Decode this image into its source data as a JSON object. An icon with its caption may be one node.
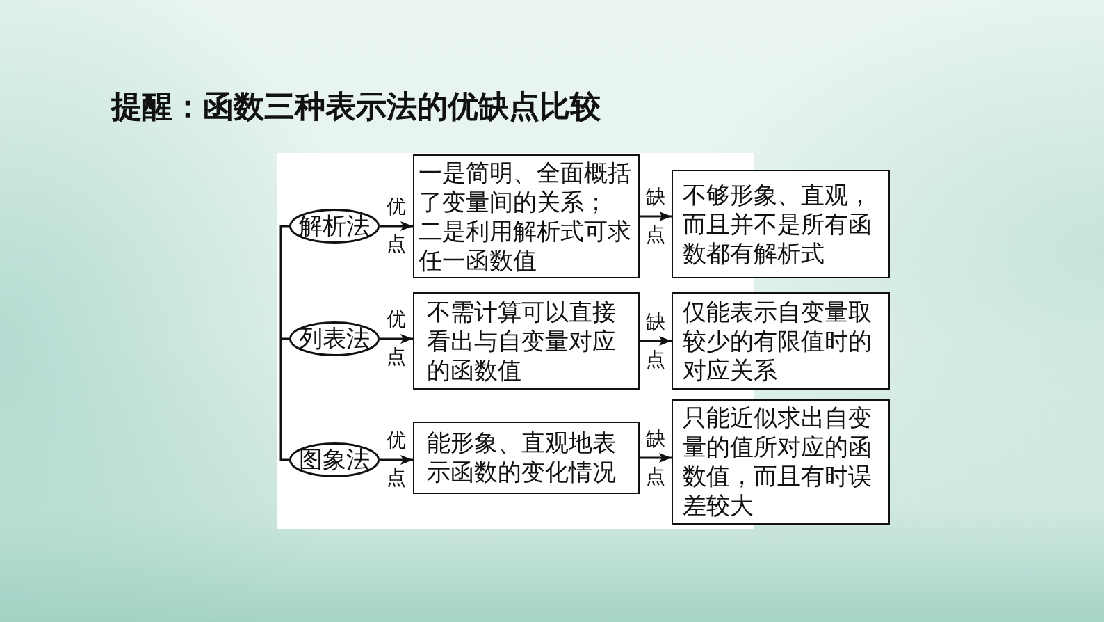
{
  "diagram": {
    "title": "提醒：函数三种表示法的优缺点比较",
    "nodes": [
      {
        "text": [
          "解析法"
        ]
      },
      {
        "text": [
          "一是简明、全面概括了变量间的关系；",
          "二是利用解析式可求任一函数值"
        ]
      },
      {
        "text": [
          "不够形象、直观，而且并不是所有函数都有解析式"
        ]
      },
      {
        "text": [
          "列表法"
        ]
      },
      {
        "text": [
          "不需计算可以直接看出与自变量对应的函数值"
        ]
      },
      {
        "text": [
          "仅能表示自变量取较少的有限值时的对应关系"
        ]
      },
      {
        "text": [
          "图象法"
        ]
      },
      {
        "text": [
          "能形象、直观地表示函数的变化情况"
        ]
      },
      {
        "text": [
          "只能近似求出自变量的值所对应的函数值，而且有时误差较大"
        ]
      }
    ],
    "edges": [
      {
        "from": 0,
        "to": 1,
        "arrow": "to",
        "label": "优点"
      },
      {
        "from": 1,
        "to": 2,
        "arrow": "to",
        "label": "缺点"
      },
      {
        "from": 3,
        "to": 4,
        "arrow": "to",
        "label": "优点"
      },
      {
        "from": 4,
        "to": 5,
        "arrow": "to",
        "label": "缺点"
      },
      {
        "from": 6,
        "to": 7,
        "arrow": "to",
        "label": "优点"
      },
      {
        "from": 7,
        "to": 8,
        "arrow": "to",
        "label": "缺点"
      }
    ]
  }
}
